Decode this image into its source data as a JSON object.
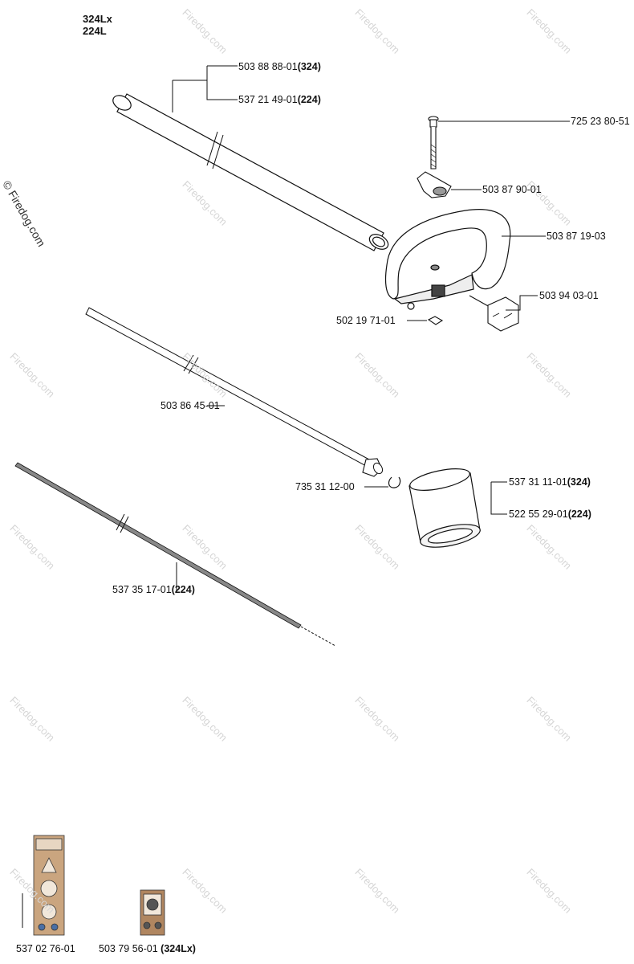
{
  "header": {
    "model_a": "324Lx",
    "model_b": "224L"
  },
  "watermark": {
    "text": "Firedog.com",
    "side_text": "© Firedog.com"
  },
  "parts": [
    {
      "number": "503 88 88-01",
      "model": "324"
    },
    {
      "number": "537 21 49-01",
      "model": "224"
    },
    {
      "number": "725 23 80-51",
      "model": ""
    },
    {
      "number": "503 87 90-01",
      "model": ""
    },
    {
      "number": "503 87 19-03",
      "model": ""
    },
    {
      "number": "503 94 03-01",
      "model": ""
    },
    {
      "number": "502 19 71-01",
      "model": ""
    },
    {
      "number": "503 86 45-01",
      "model": ""
    },
    {
      "number": "735 31 12-00",
      "model": ""
    },
    {
      "number": "537 31 11-01",
      "model": "324"
    },
    {
      "number": "522 55 29-01",
      "model": "224"
    },
    {
      "number": "537 35 17-01",
      "model": "224"
    },
    {
      "number": "537 02 76-01",
      "model": ""
    },
    {
      "number": "503 79 56-01",
      "model": "324Lx"
    }
  ],
  "colors": {
    "line": "#111111",
    "watermark": "#d6d6d6",
    "decal": "#c9a27a"
  }
}
